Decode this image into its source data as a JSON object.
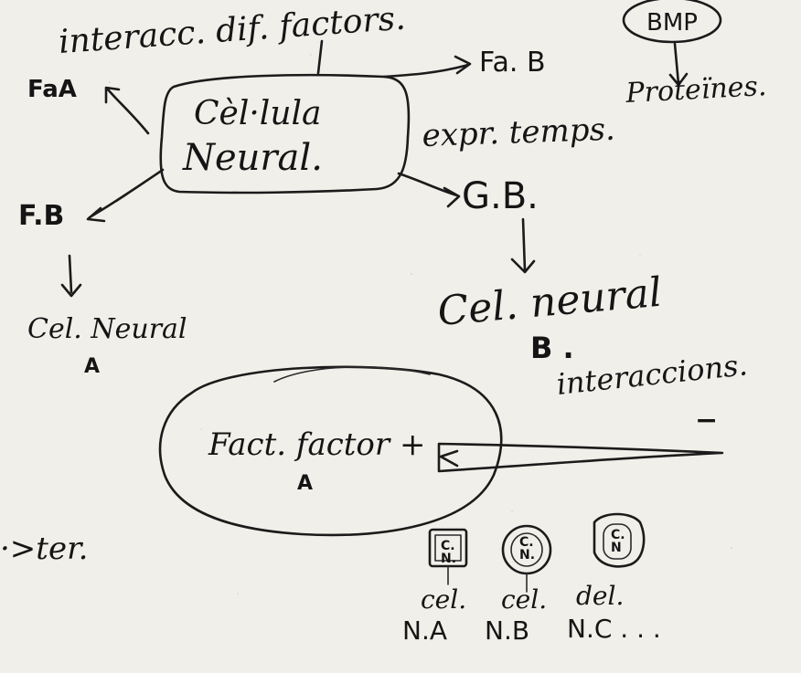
{
  "header": {
    "interactions_factors": "interacc. dif. factors.",
    "bmp": "BMP",
    "proteins": "Proteïnes."
  },
  "neural_cell_box": {
    "line1": "Cèl·lula",
    "line2": "Neural."
  },
  "outputs": {
    "fa_b": "Fa. B",
    "temporal_expression": "expr. temps.",
    "fa_left": "FaA",
    "fb_left": "F.B",
    "gb": "G.B."
  },
  "cell_outputs": {
    "cel_neural_a_line1": "Cel. Neural",
    "cel_neural_a_line2": "A",
    "cel_neural_b_line1": "Cel. neural",
    "cel_neural_b_line2": "B ."
  },
  "transcription": {
    "label": "Fact. factor +",
    "sub": "A",
    "interactions": "interaccions.",
    "minus": "−"
  },
  "left_margin": {
    "text": "·>ter."
  },
  "small_cells": [
    {
      "inner": "C.\nN.",
      "label_line1": "cel.",
      "label_line2": "N.A"
    },
    {
      "inner": "C.\nN.",
      "label_line1": "cel.",
      "label_line2": "N.B"
    },
    {
      "inner": "C.\nN",
      "label_line1": "del.",
      "label_line2": "N.C . . ."
    }
  ]
}
